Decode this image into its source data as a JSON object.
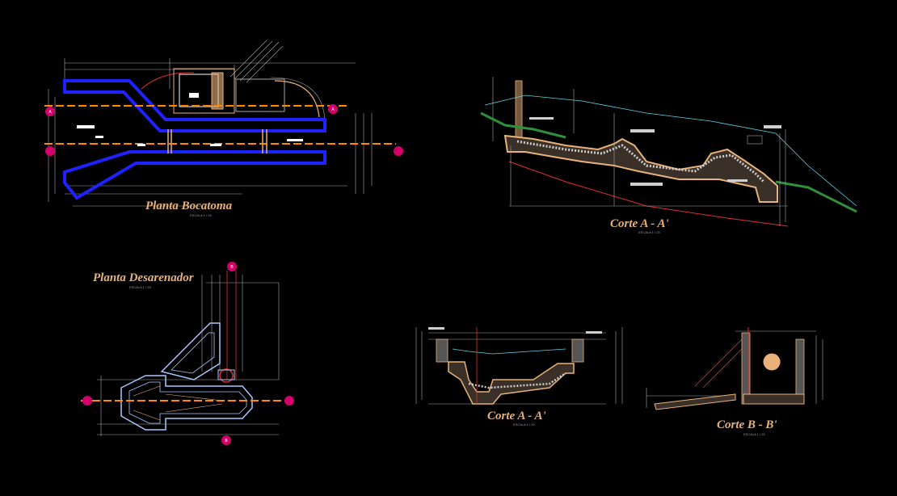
{
  "titles": {
    "planta_bocatoma": "Planta Bocatoma",
    "corte_aa_top": "Corte A - A'",
    "planta_desarenador": "Planta Desarenador",
    "corte_aa_bottom": "Corte A - A'",
    "corte_bb": "Corte B - B'"
  },
  "scales": {
    "planta_bocatoma": "ESCALA 1 / 25",
    "corte_aa_top": "ESCALA 1 / 25",
    "planta_desarenador": "ESCALA 1 / 25",
    "corte_aa_bottom": "ESCALA 1 / 20",
    "corte_bb": "ESCALA 1 / 20"
  },
  "section_markers": [
    "A",
    "A",
    "B",
    "B"
  ],
  "colors": {
    "background": "#000000",
    "channel_blue": "#1e22ff",
    "axis_orange": "#ff8a00",
    "section_magenta": "#d4006a",
    "dimension_gray": "#a8a8a8",
    "concrete_yellow": "#e6c38a",
    "terrain_cyan": "#5fd3e6",
    "water_green": "#2f8f3a",
    "title_tan": "#e8b27a"
  }
}
